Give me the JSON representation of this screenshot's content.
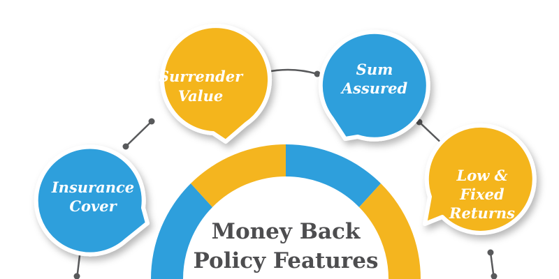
{
  "center": {
    "title_line1": "Money Back",
    "title_line2": "Policy Features"
  },
  "features": [
    {
      "line1": "Insurance",
      "line2": "Cover",
      "color": "#2e9fdc"
    },
    {
      "line1": "Surrender",
      "line2": "Value",
      "color": "#f4b51f"
    },
    {
      "line1": "Sum",
      "line2": "Assured",
      "color": "#2e9fdc"
    },
    {
      "line1": "Low &",
      "line2": "Fixed",
      "line3": "Returns",
      "color": "#f4b51f"
    }
  ],
  "colors": {
    "blue": "#2e9fdc",
    "yellow": "#f4b51f",
    "connector": "#58595b",
    "title": "#4d4d4f"
  }
}
